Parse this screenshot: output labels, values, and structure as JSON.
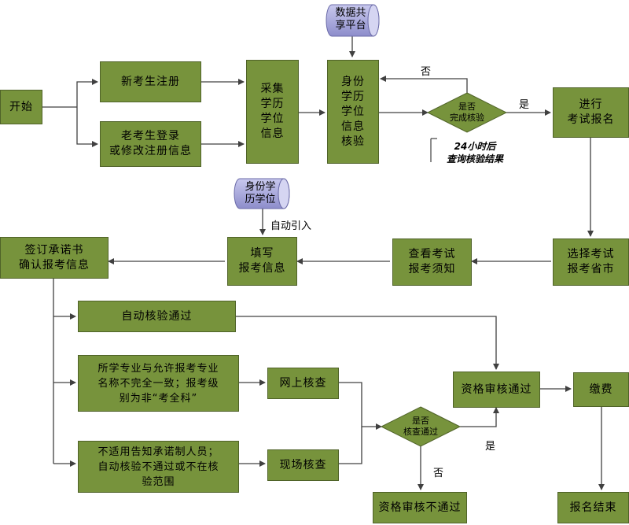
{
  "nodes": {
    "start": "开始",
    "new_reg": "新考生注册",
    "old_login": "老考生登录\n或修改注册信息",
    "collect": "采集\n学历\n学位\n信息",
    "verify": "身份\n学历\n学位\n信息\n核验",
    "check_done": "是否\n完成核验",
    "apply": "进行\n考试报名",
    "choose_prov": "选择考试\n报考省市",
    "read_notice": "查看考试\n报考须知",
    "fill_info": "填写\n报考信息",
    "sign": "签订承诺书\n确认报考信息",
    "auto_pass": "自动核验通过",
    "mismatch": "所学专业与允许报考专业\n名称不完全一致；报考级\n别为非“考全科”",
    "not_apply": "不适用告知承诺制人员；\n自动核验不通过或不在核\n验范围",
    "online_check": "网上核查",
    "onsite_check": "现场核查",
    "review_pass_q": "是否\n核查通过",
    "review_pass": "资格审核通过",
    "review_fail": "资格审核不通过",
    "pay": "缴费",
    "end": "报名结束"
  },
  "databases": {
    "data_platform": "数据共\n享平台",
    "degree_db": "身份学\n历学位"
  },
  "labels": {
    "no_top": "否",
    "yes_top": "是",
    "note_24h": "24小时后\n查询核验结果",
    "auto_import": "自动引入",
    "yes_bottom": "是",
    "no_bottom": "否"
  },
  "colors": {
    "box_fill": "#77933c",
    "box_border": "#4f6228",
    "db_fill": "#a6a6d8",
    "line": "#404040"
  }
}
